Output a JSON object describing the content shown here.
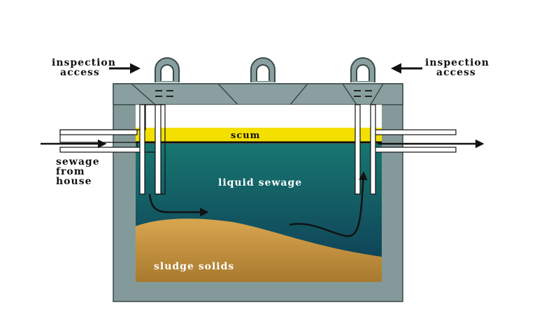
{
  "labels": {
    "inspection_left": [
      "inspection",
      "access"
    ],
    "inspection_right": [
      "inspection",
      "access"
    ],
    "sewage_inlet": [
      "sewage",
      "from",
      "house"
    ],
    "scum": "scum",
    "liquid": "liquid sewage",
    "sludge": "sludge solids"
  },
  "colors": {
    "tank_wall": "#849a9a",
    "tank_outline": "#3a4848",
    "scum": "#f4e000",
    "air": "#ffffff",
    "liquid_top": "#17766f",
    "liquid_bottom": "#0e3a55",
    "sludge_top": "#d9a650",
    "sludge_bottom": "#a87a2e",
    "arrow": "#111111",
    "pipe": "#ffffff"
  }
}
